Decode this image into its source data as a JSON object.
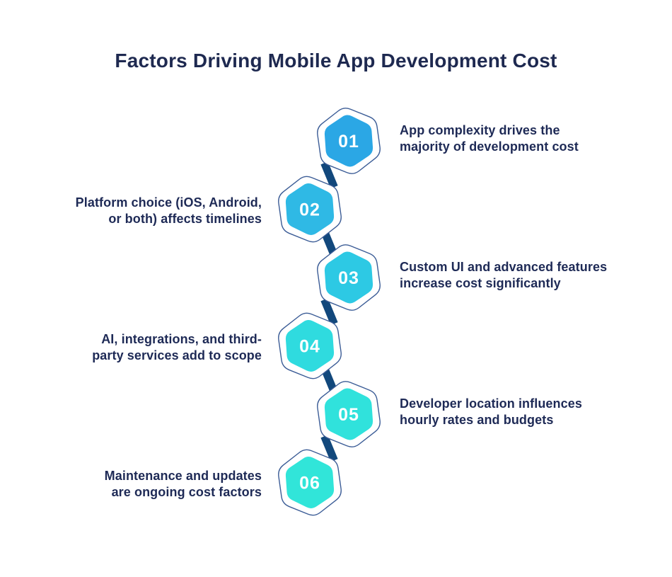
{
  "title": "Factors Driving Mobile App Development Cost",
  "colors": {
    "background": "#ffffff",
    "title_text": "#1E2950",
    "label_text": "#1E2A56",
    "connector": "#12487C",
    "ring_stroke": "#3B5C96",
    "ring_fill": "#ffffff",
    "number_text": "#ffffff"
  },
  "items": [
    {
      "number": "01",
      "side": "right",
      "hex_color": "#2BA7E5",
      "label": "App complexity drives the majority of development cost",
      "label_lines": [
        "App complexity drives the",
        "majority of development cost"
      ]
    },
    {
      "number": "02",
      "side": "left",
      "hex_color": "#2FB9E5",
      "label": "Platform choice (iOS, Android, or both) affects timelines",
      "label_lines": [
        "Platform choice (iOS, Android,",
        "or both) affects timelines"
      ]
    },
    {
      "number": "03",
      "side": "right",
      "hex_color": "#2DC9E4",
      "label": "Custom UI and advanced features increase cost significantly",
      "label_lines": [
        "Custom UI and advanced features",
        "increase cost significantly"
      ]
    },
    {
      "number": "04",
      "side": "left",
      "hex_color": "#2FDBDF",
      "label": "AI, integrations, and third-party services add to scope",
      "label_lines": [
        "AI, integrations, and third-",
        "party services add to scope"
      ]
    },
    {
      "number": "05",
      "side": "right",
      "hex_color": "#30E2DC",
      "label": "Developer location influences hourly rates and budgets",
      "label_lines": [
        "Developer location influences",
        "hourly rates and budgets"
      ]
    },
    {
      "number": "06",
      "side": "left",
      "hex_color": "#31E5D9",
      "label": "Maintenance and updates are ongoing cost factors",
      "label_lines": [
        "Maintenance and updates",
        "are ongoing cost factors"
      ]
    }
  ]
}
